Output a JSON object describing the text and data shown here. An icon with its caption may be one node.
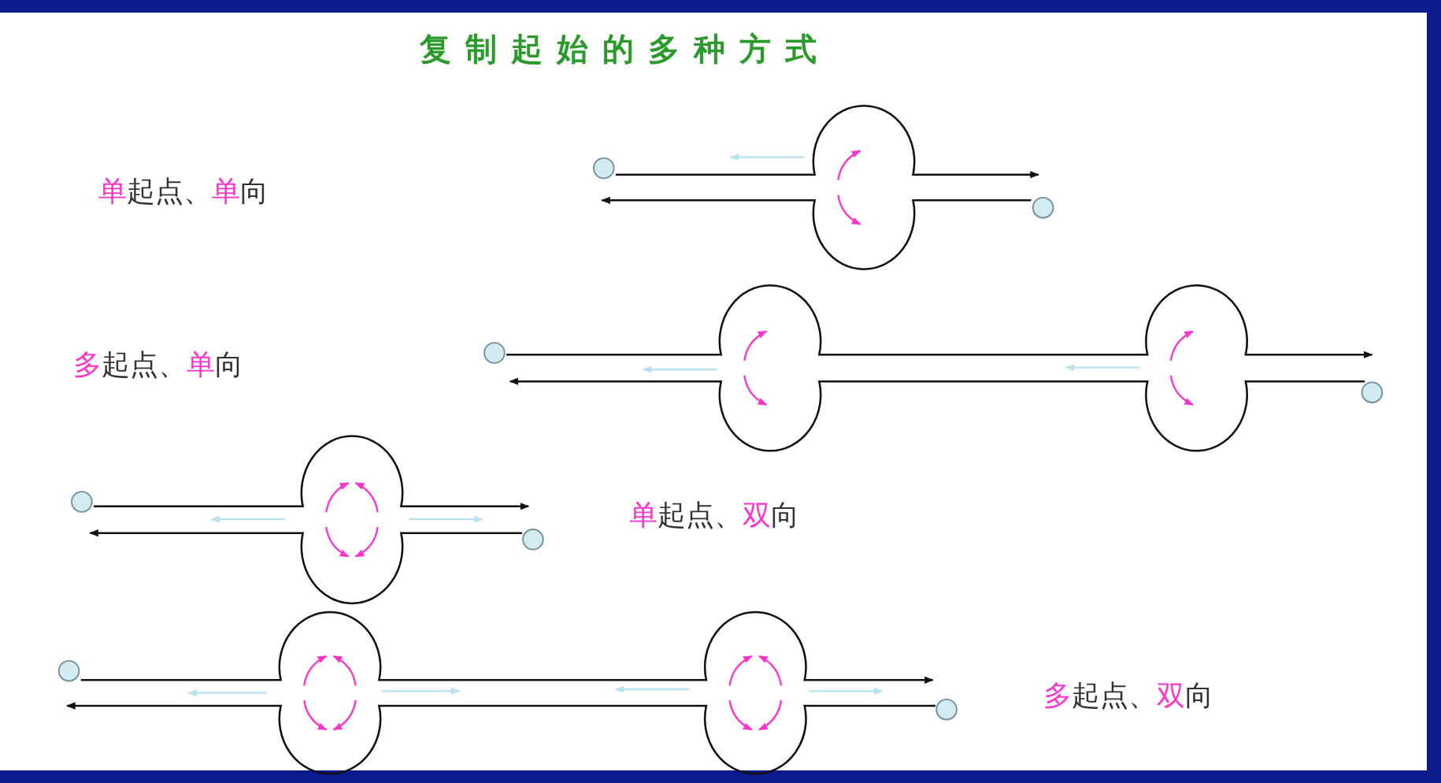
{
  "diagram": {
    "title": "复制起始的多种方式",
    "labels": [
      "**单**起点、**单**向",
      "**多**起点、**单**向",
      "**单**起点、**双**向",
      "**多**起点、**双**向"
    ]
  }
}
